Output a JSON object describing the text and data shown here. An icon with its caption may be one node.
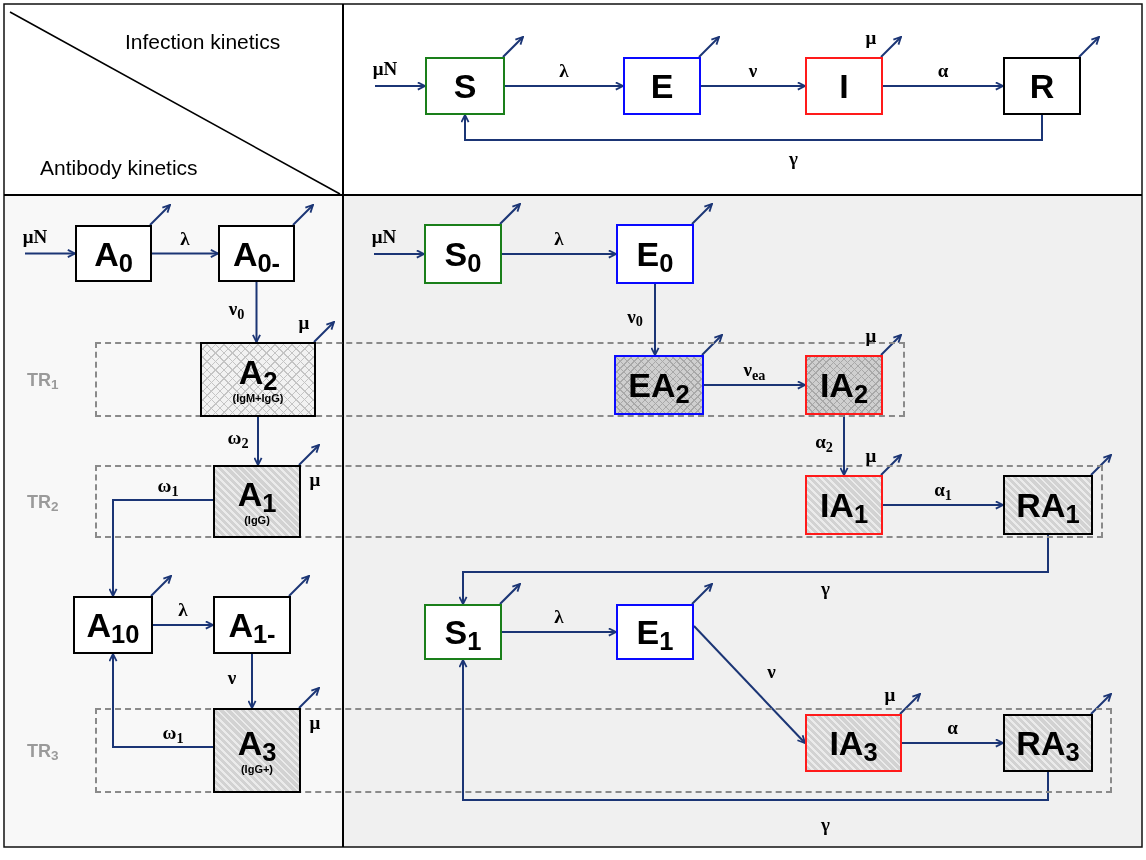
{
  "diagram": {
    "nodes": [
      {
        "text": [
          "S"
        ]
      },
      {
        "text": [
          "E"
        ]
      },
      {
        "text": [
          "I"
        ]
      },
      {
        "text": [
          "R"
        ]
      },
      {
        "text": [
          "TR$_{1}$"
        ]
      },
      {
        "text": [
          "TR$_{2}$"
        ]
      },
      {
        "text": [
          "TR$_{3}$"
        ]
      },
      {
        "text": [
          "A$_{0}$"
        ]
      },
      {
        "text": [
          "A$_{0-}$"
        ]
      },
      {
        "text": [
          "A$_{2}$",
          "(IgM+IgG)"
        ],
        "in": 4
      },
      {
        "text": [
          "A$_{1}$",
          "(IgG)"
        ],
        "in": 5
      },
      {
        "text": [
          "A$_{10}$"
        ]
      },
      {
        "text": [
          "A$_{1-}$"
        ]
      },
      {
        "text": [
          "A$_{3}$",
          "(IgG+)"
        ],
        "in": 6
      },
      {
        "text": [
          "S$_{0}$"
        ]
      },
      {
        "text": [
          "E$_{0}$"
        ]
      },
      {
        "text": [
          "EA$_{2}$"
        ],
        "in": 4
      },
      {
        "text": [
          "IA$_{2}$"
        ],
        "in": 4
      },
      {
        "text": [
          "IA$_{1}$"
        ],
        "in": 5
      },
      {
        "text": [
          "RA$_{1}$"
        ],
        "in": 5
      },
      {
        "text": [
          "S$_{1}$"
        ]
      },
      {
        "text": [
          "E$_{1}$"
        ]
      },
      {
        "text": [
          "IA$_{3}$"
        ],
        "in": 6
      },
      {
        "text": [
          "RA$_{3}$"
        ],
        "in": 6
      }
    ],
    "edges": [
      {
        "from": null,
        "to": 0,
        "arrow": "to",
        "label": "μN"
      },
      {
        "from": 0,
        "to": 1,
        "arrow": "to",
        "label": "λ"
      },
      {
        "from": 1,
        "to": 2,
        "arrow": "to",
        "label": "ν"
      },
      {
        "from": 2,
        "to": 3,
        "arrow": "to",
        "label": "α"
      },
      {
        "from": 3,
        "to": 0,
        "arrow": "to",
        "label": "γ"
      },
      {
        "from": 0,
        "to": null,
        "arrow": "to"
      },
      {
        "from": 1,
        "to": null,
        "arrow": "to"
      },
      {
        "from": 2,
        "to": null,
        "arrow": "to",
        "label": "μ"
      },
      {
        "from": 3,
        "to": null,
        "arrow": "to"
      },
      {
        "from": null,
        "to": 7,
        "arrow": "to",
        "label": "μN"
      },
      {
        "from": 7,
        "to": 8,
        "arrow": "to",
        "label": "λ"
      },
      {
        "from": 8,
        "to": 9,
        "arrow": "to",
        "label": "ν$_{0}$"
      },
      {
        "from": 9,
        "to": 10,
        "arrow": "to",
        "label": "ω$_{2}$"
      },
      {
        "from": 10,
        "to": 11,
        "arrow": "to",
        "label": "ω$_{1}$"
      },
      {
        "from": 11,
        "to": 12,
        "arrow": "to",
        "label": "λ"
      },
      {
        "from": 12,
        "to": 13,
        "arrow": "to",
        "label": "ν"
      },
      {
        "from": 13,
        "to": 11,
        "arrow": "to",
        "label": "ω$_{1}$"
      },
      {
        "from": 7,
        "to": null,
        "arrow": "to"
      },
      {
        "from": 8,
        "to": null,
        "arrow": "to"
      },
      {
        "from": 9,
        "to": null,
        "arrow": "to",
        "label": "μ"
      },
      {
        "from": 10,
        "to": null,
        "arrow": "to",
        "label": "μ"
      },
      {
        "from": 11,
        "to": null,
        "arrow": "to"
      },
      {
        "from": 12,
        "to": null,
        "arrow": "to"
      },
      {
        "from": 13,
        "to": null,
        "arrow": "to",
        "label": "μ"
      },
      {
        "from": null,
        "to": 14,
        "arrow": "to",
        "label": "μN"
      },
      {
        "from": 14,
        "to": 15,
        "arrow": "to",
        "label": "λ"
      },
      {
        "from": 15,
        "to": 16,
        "arrow": "to",
        "label": "ν$_{0}$"
      },
      {
        "from": 16,
        "to": 17,
        "arrow": "to",
        "label": "ν$_{ea}$"
      },
      {
        "from": 17,
        "to": 18,
        "arrow": "to",
        "label": "α$_{2}$"
      },
      {
        "from": 18,
        "to": 19,
        "arrow": "to",
        "label": "α$_{1}$"
      },
      {
        "from": 19,
        "to": 20,
        "arrow": "to",
        "label": "γ"
      },
      {
        "from": 20,
        "to": 21,
        "arrow": "to",
        "label": "λ"
      },
      {
        "from": 21,
        "to": 22,
        "arrow": "to",
        "label": "ν"
      },
      {
        "from": 22,
        "to": 23,
        "arrow": "to",
        "label": "α"
      },
      {
        "from": 23,
        "to": 20,
        "arrow": "to",
        "label": "γ"
      },
      {
        "from": 14,
        "to": null,
        "arrow": "to"
      },
      {
        "from": 15,
        "to": null,
        "arrow": "to"
      },
      {
        "from": 16,
        "to": null,
        "arrow": "to"
      },
      {
        "from": 17,
        "to": null,
        "arrow": "to",
        "label": "μ"
      },
      {
        "from": 18,
        "to": null,
        "arrow": "to",
        "label": "μ"
      },
      {
        "from": 19,
        "to": null,
        "arrow": "to"
      },
      {
        "from": 20,
        "to": null,
        "arrow": "to"
      },
      {
        "from": 21,
        "to": null,
        "arrow": "to"
      },
      {
        "from": 22,
        "to": null,
        "arrow": "to",
        "label": "μ"
      },
      {
        "from": 23,
        "to": null,
        "arrow": "to"
      }
    ],
    "labels": [
      "Infection kinetics",
      "Antibody kinetics"
    ]
  }
}
